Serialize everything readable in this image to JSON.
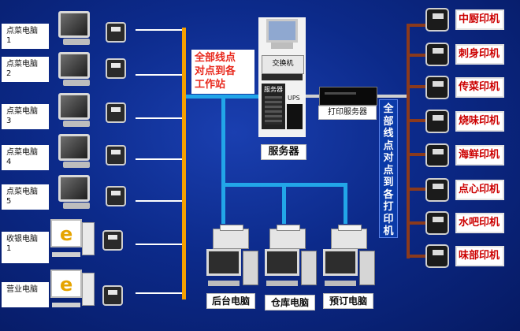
{
  "terminals": [
    {
      "label": "点菜电脑\n1",
      "label_lines": [
        "点菜电脑",
        "1"
      ]
    },
    {
      "label_lines": [
        "点菜电脑",
        "2"
      ]
    },
    {
      "label_lines": [
        "点菜电脑",
        "3"
      ]
    },
    {
      "label_lines": [
        "点菜电脑",
        "4"
      ]
    },
    {
      "label_lines": [
        "点菜电脑",
        "5"
      ]
    },
    {
      "label_lines": [
        "收银电脑",
        "1"
      ]
    },
    {
      "label_lines": [
        "营业电脑",
        ""
      ]
    }
  ],
  "center": {
    "note_line1": "全部线点",
    "note_line2": "对点到各",
    "note_line3": "工作站",
    "switch_label": "交换机",
    "server_label": "服务器",
    "ups_label": "UPS",
    "server_caption": "服务器",
    "print_server_label": "打印服务器"
  },
  "right_note": "全部线点对点到各打印机",
  "printers": [
    "中厨印机",
    "刺身印机",
    "传菜印机",
    "烧味印机",
    "海鲜印机",
    "点心印机",
    "水吧印机",
    "味部印机"
  ],
  "workstations": [
    "后台电脑",
    "仓库电脑",
    "预订电脑"
  ],
  "colors": {
    "orange_bus": "#f5a000",
    "cyan_link": "#22a6e8",
    "brown_bus": "#8b3a1c",
    "note_red": "#e8281c"
  }
}
